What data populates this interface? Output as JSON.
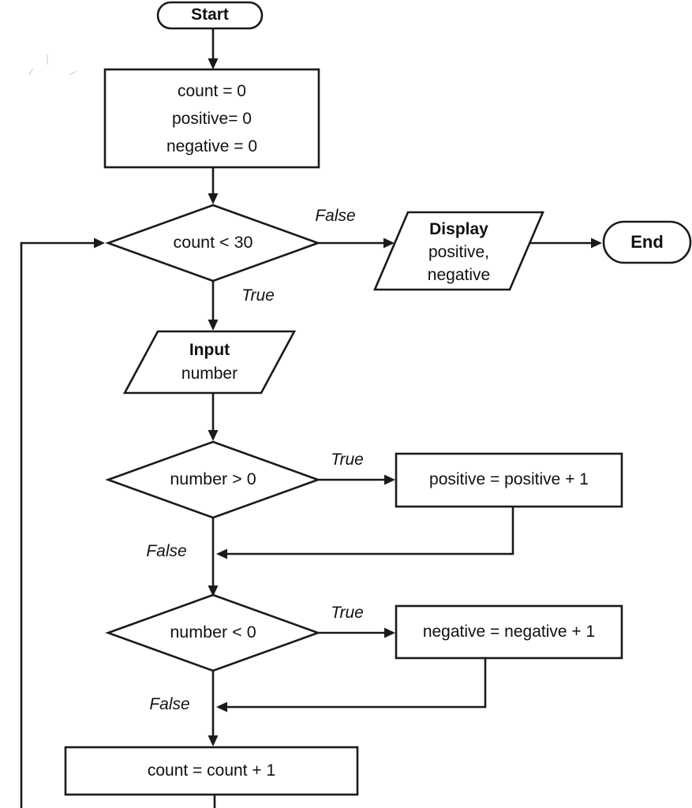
{
  "diagram": {
    "type": "flowchart",
    "nodes": {
      "start": {
        "label": "Start"
      },
      "init": {
        "lines": [
          "count = 0",
          "positive= 0",
          "negative = 0"
        ]
      },
      "loop_condition": {
        "label": "count < 30"
      },
      "display_output": {
        "title": "Display",
        "lines": [
          "positive,",
          "negative"
        ]
      },
      "end": {
        "label": "End"
      },
      "input_number": {
        "title": "Input",
        "lines": [
          "number"
        ]
      },
      "check_positive": {
        "label": "number > 0"
      },
      "increment_positive": {
        "label": "positive = positive + 1"
      },
      "check_negative": {
        "label": "number < 0"
      },
      "increment_negative": {
        "label": "negative = negative + 1"
      },
      "increment_count": {
        "label": "count = count + 1"
      }
    },
    "edge_labels": {
      "loop_false": "False",
      "loop_true": "True",
      "positive_true": "True",
      "positive_false": "False",
      "negative_true": "True",
      "negative_false": "False"
    },
    "colors": {
      "line": "#1a1a1a",
      "shape_fill": "#ffffff",
      "text": "#111111"
    }
  }
}
